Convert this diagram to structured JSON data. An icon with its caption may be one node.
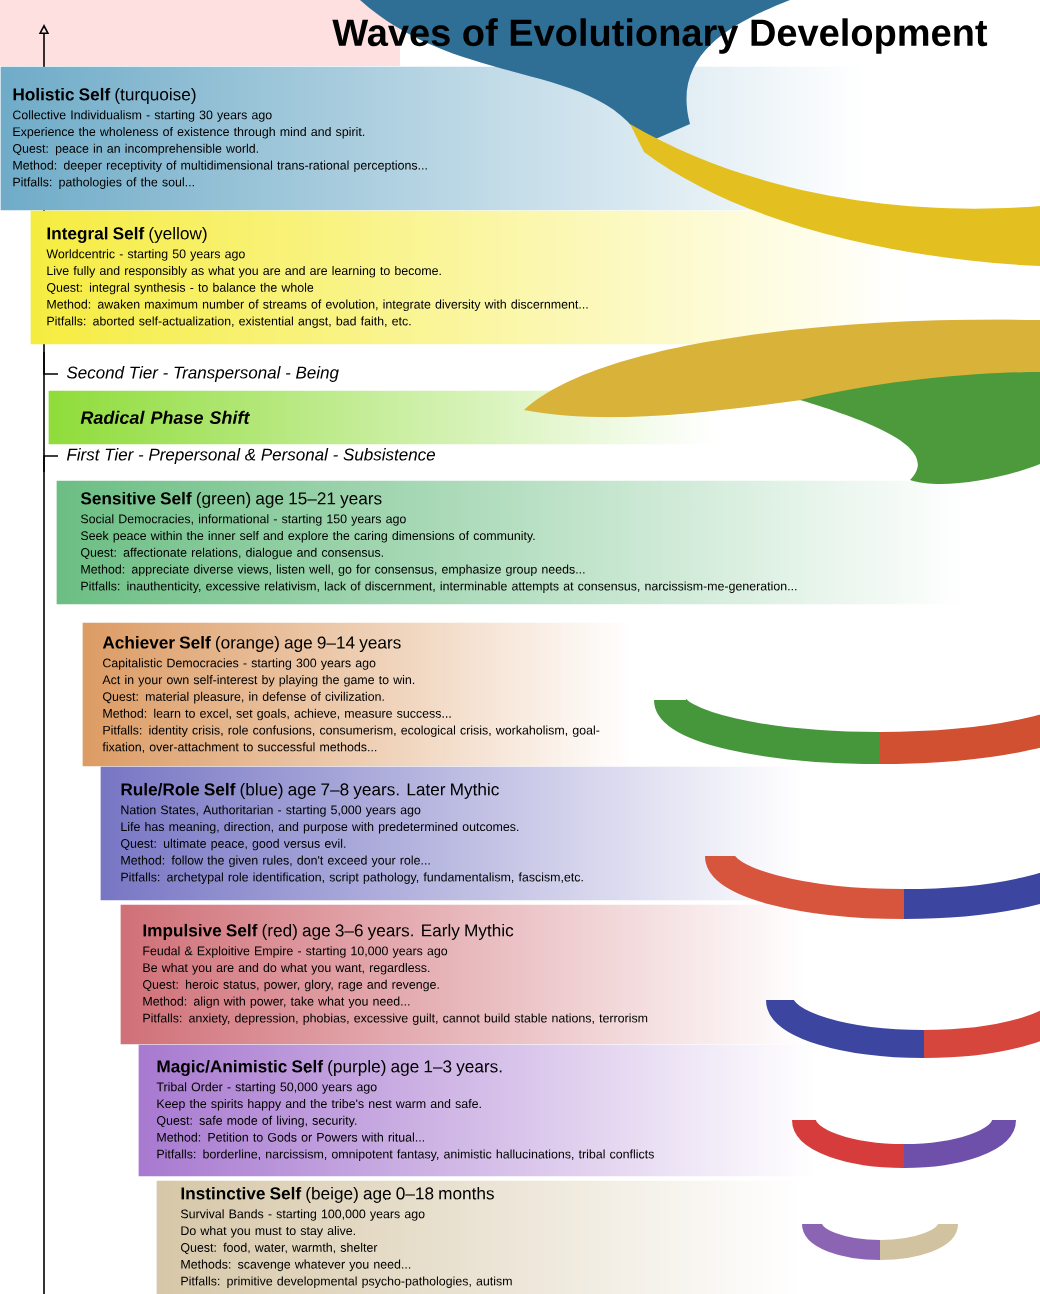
{
  "diagram": {
    "title": "Waves of Evolutionary Development",
    "nodes": [
      {
        "text": [
          "**Holistic Self** (turquoise)",
          "Collective Individualism - starting 30 years ago",
          "Experience the wholeness of existence through mind and spirit.",
          "Quest: peace in an incomprehensible world.",
          "Method: deeper receptivity of multidimensional trans-rational perceptions...",
          "Pitfalls: pathologies of the soul..."
        ]
      },
      {
        "text": [
          "**Integral Self** (yellow)",
          "Worldcentric - starting 50 years ago",
          "Live fully and responsibly as what you are and are learning to become.",
          "Quest: integral synthesis - to balance the whole",
          "Method: awaken maximum number of streams of evolution, integrate diversity with discernment...",
          "Pitfalls: aborted self-actualization, existential angst, bad faith, etc."
        ]
      },
      {
        "text": [
          "Radical Phase Shift"
        ]
      },
      {
        "text": [
          "**Sensitive Self** (green) age 15–21 years",
          "Social Democracies, informational - starting 150 years ago",
          "Seek peace within the inner self and explore the caring dimensions of community.",
          "Quest: affectionate relations, dialogue and consensus.",
          "Method: appreciate diverse views, listen well, go for consensus, emphasize group needs...",
          "Pitfalls: inauthenticity, excessive relativism, lack of discernment, interminable attempts at consensus, narcissism-me-generation..."
        ]
      },
      {
        "text": [
          "**Achiever Self** (orange) age 9–14 years",
          "Capitalistic Democracies - starting 300 years ago",
          "Act in your own self-interest by playing the game to win.",
          "Quest: material pleasure, in defense of civilization.",
          "Method: learn to excel, set goals, achieve, measure success...",
          "Pitfalls: identity crisis, role confusions, consumerism, ecological crisis, workaholism, goal-fixation, over-attachment to successful methods..."
        ]
      },
      {
        "text": [
          "**Rule/Role Self** (blue) age 7–8 years. Later Mythic",
          "Nation States, Authoritarian - starting 5,000 years ago",
          "Life has meaning, direction, and purpose with predetermined outcomes.",
          "Quest: ultimate peace, good versus evil.",
          "Method: follow the given rules, don't exceed your role...",
          "Pitfalls: archetypal role identification, script pathology, fundamentalism, fascism,etc."
        ]
      },
      {
        "text": [
          "**Impulsive Self** (red) age 3–6 years. Early Mythic",
          "Feudal & Exploitive Empire - starting 10,000 years ago",
          "Be what you are and do what you want, regardless.",
          "Quest: heroic status, power, glory, rage and revenge.",
          "Method: align with power, take what you need...",
          "Pitfalls: anxiety, depression, phobias, excessive guilt, cannot build stable nations, terrorism"
        ]
      },
      {
        "text": [
          "**Magic/Animistic Self** (purple) age 1–3 years.",
          "Tribal Order - starting 50,000 years ago",
          "Keep the spirits happy and the tribe's nest warm and safe.",
          "Quest: safe mode of living, security.",
          "Method: Petition to Gods or Powers with ritual...",
          "Pitfalls: borderline, narcissism, omnipotent fantasy, animistic hallucinations, tribal conflicts"
        ]
      },
      {
        "text": [
          "**Instinctive Self** (beige) age 0–18 months",
          "Survival Bands - starting 100,000 years ago",
          "Do what you must to stay alive.",
          "Quest: food, water, warmth, shelter",
          "Methods: scavenge whatever you need...",
          "Pitfalls: primitive developmental psycho-pathologies, autism"
        ]
      }
    ],
    "labels": [
      "Second Tier - Transpersonal - Being",
      "First Tier - Prepersonal & Personal - Subsistence"
    ]
  }
}
